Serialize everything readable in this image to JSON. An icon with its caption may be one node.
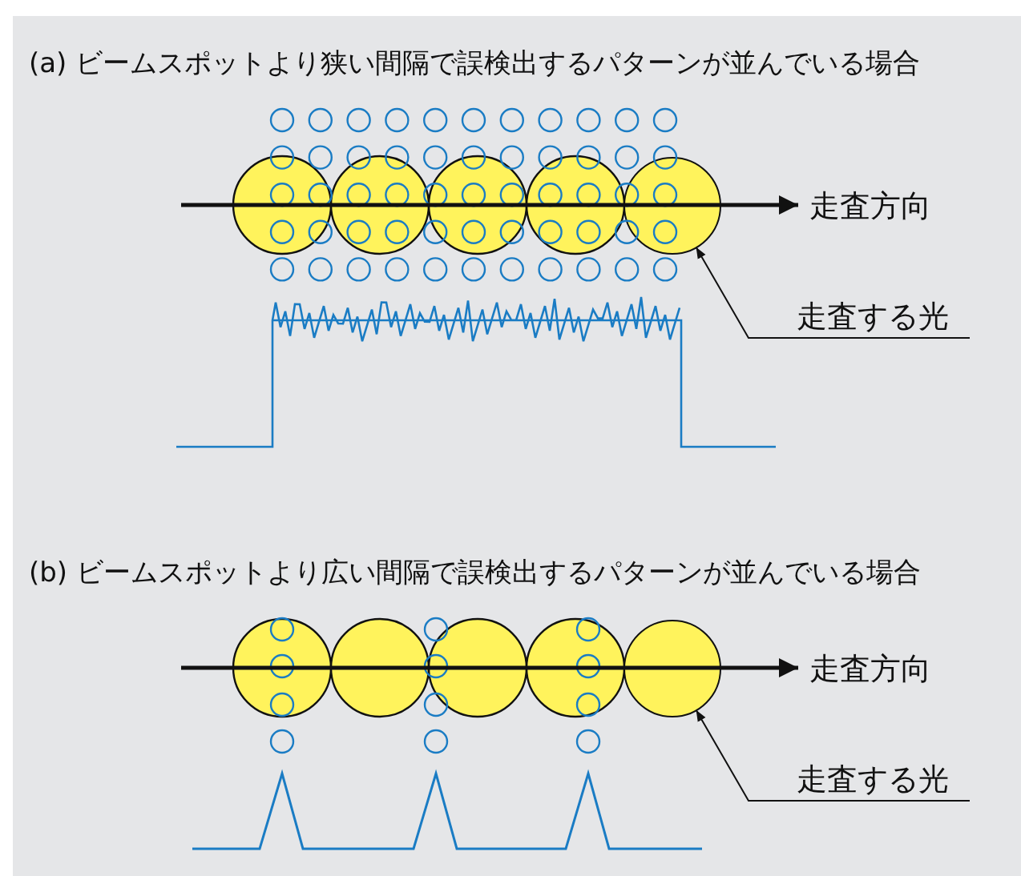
{
  "diagram": {
    "nodes": [
      {
        "text": [],
        "shape": "circle"
      },
      {
        "text": [
          "走査する光"
        ]
      },
      {
        "text": [],
        "shape": "circle"
      },
      {
        "text": [
          "走査する光"
        ]
      }
    ],
    "edges": [
      {
        "from": 1,
        "to": 0,
        "arrow": "to"
      },
      {
        "from": 3,
        "to": 2,
        "arrow": "to"
      }
    ],
    "labels": [
      "(a) ビームスポットより狭い間隔で誤検出するパターンが並んでいる場合",
      "走査方向",
      "(b) ビームスポットより広い間隔で誤検出するパターンが並んでいる場合",
      "走査方向"
    ]
  }
}
